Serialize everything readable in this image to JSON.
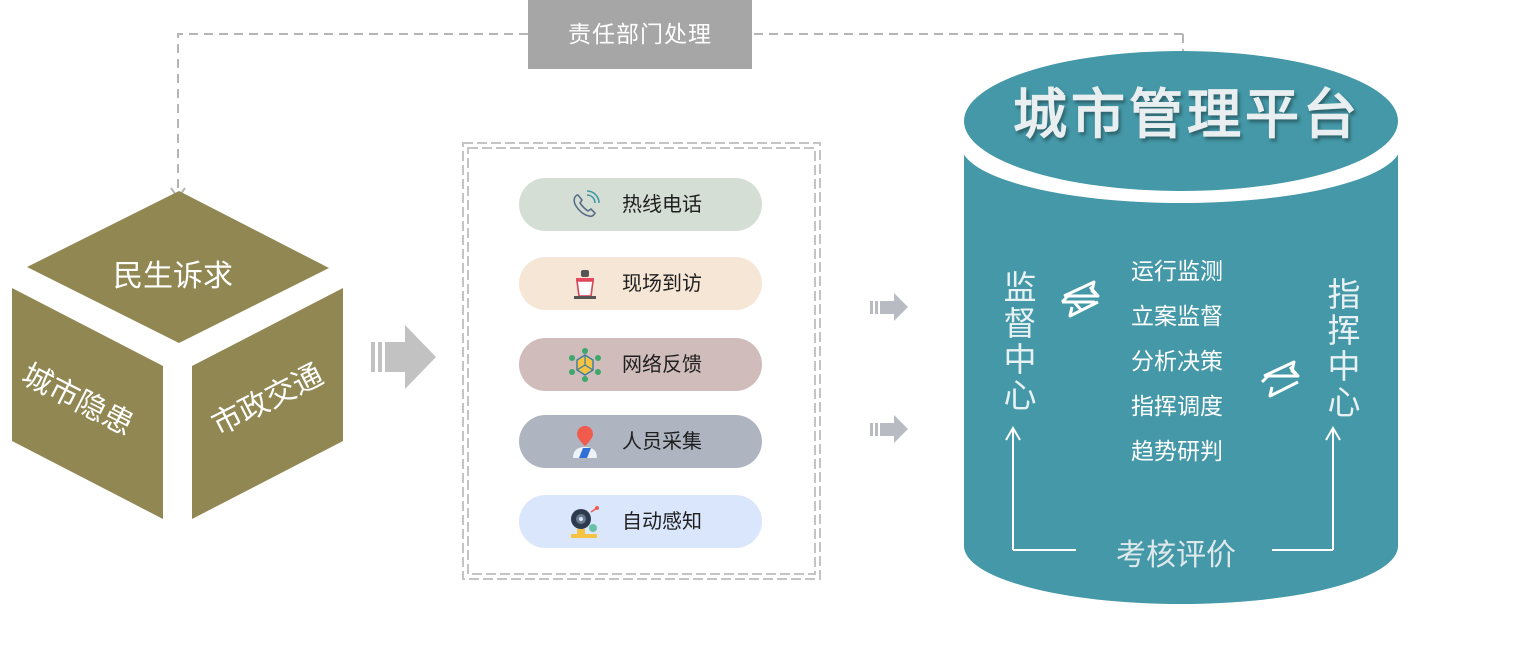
{
  "top_label": "责任部门处理",
  "cube": {
    "top": "民生诉求",
    "left": "城市隐患",
    "right": "市政交通"
  },
  "channels": [
    {
      "label": "热线电话",
      "icon": "phone-icon",
      "color": "#d4ded5"
    },
    {
      "label": "现场到访",
      "icon": "podium-icon",
      "color": "#f5e6d6"
    },
    {
      "label": "网络反馈",
      "icon": "network-icon",
      "color": "#d0bcbb"
    },
    {
      "label": "人员采集",
      "icon": "person-icon",
      "color": "#aeb5c1"
    },
    {
      "label": "自动感知",
      "icon": "robot-sensor-icon",
      "color": "#dae6fb"
    }
  ],
  "platform": {
    "title": "城市管理平台",
    "left_center": "监督中心",
    "right_center": "指挥中心",
    "functions": [
      "运行监测",
      "立案监督",
      "分析决策",
      "指挥调度",
      "趋势研判"
    ],
    "evaluation": "考核评价",
    "color": "#4498a7"
  },
  "colors": {
    "cube": "#918752",
    "arrow": "#c2c2c2",
    "dashed": "#b5b5b5"
  }
}
